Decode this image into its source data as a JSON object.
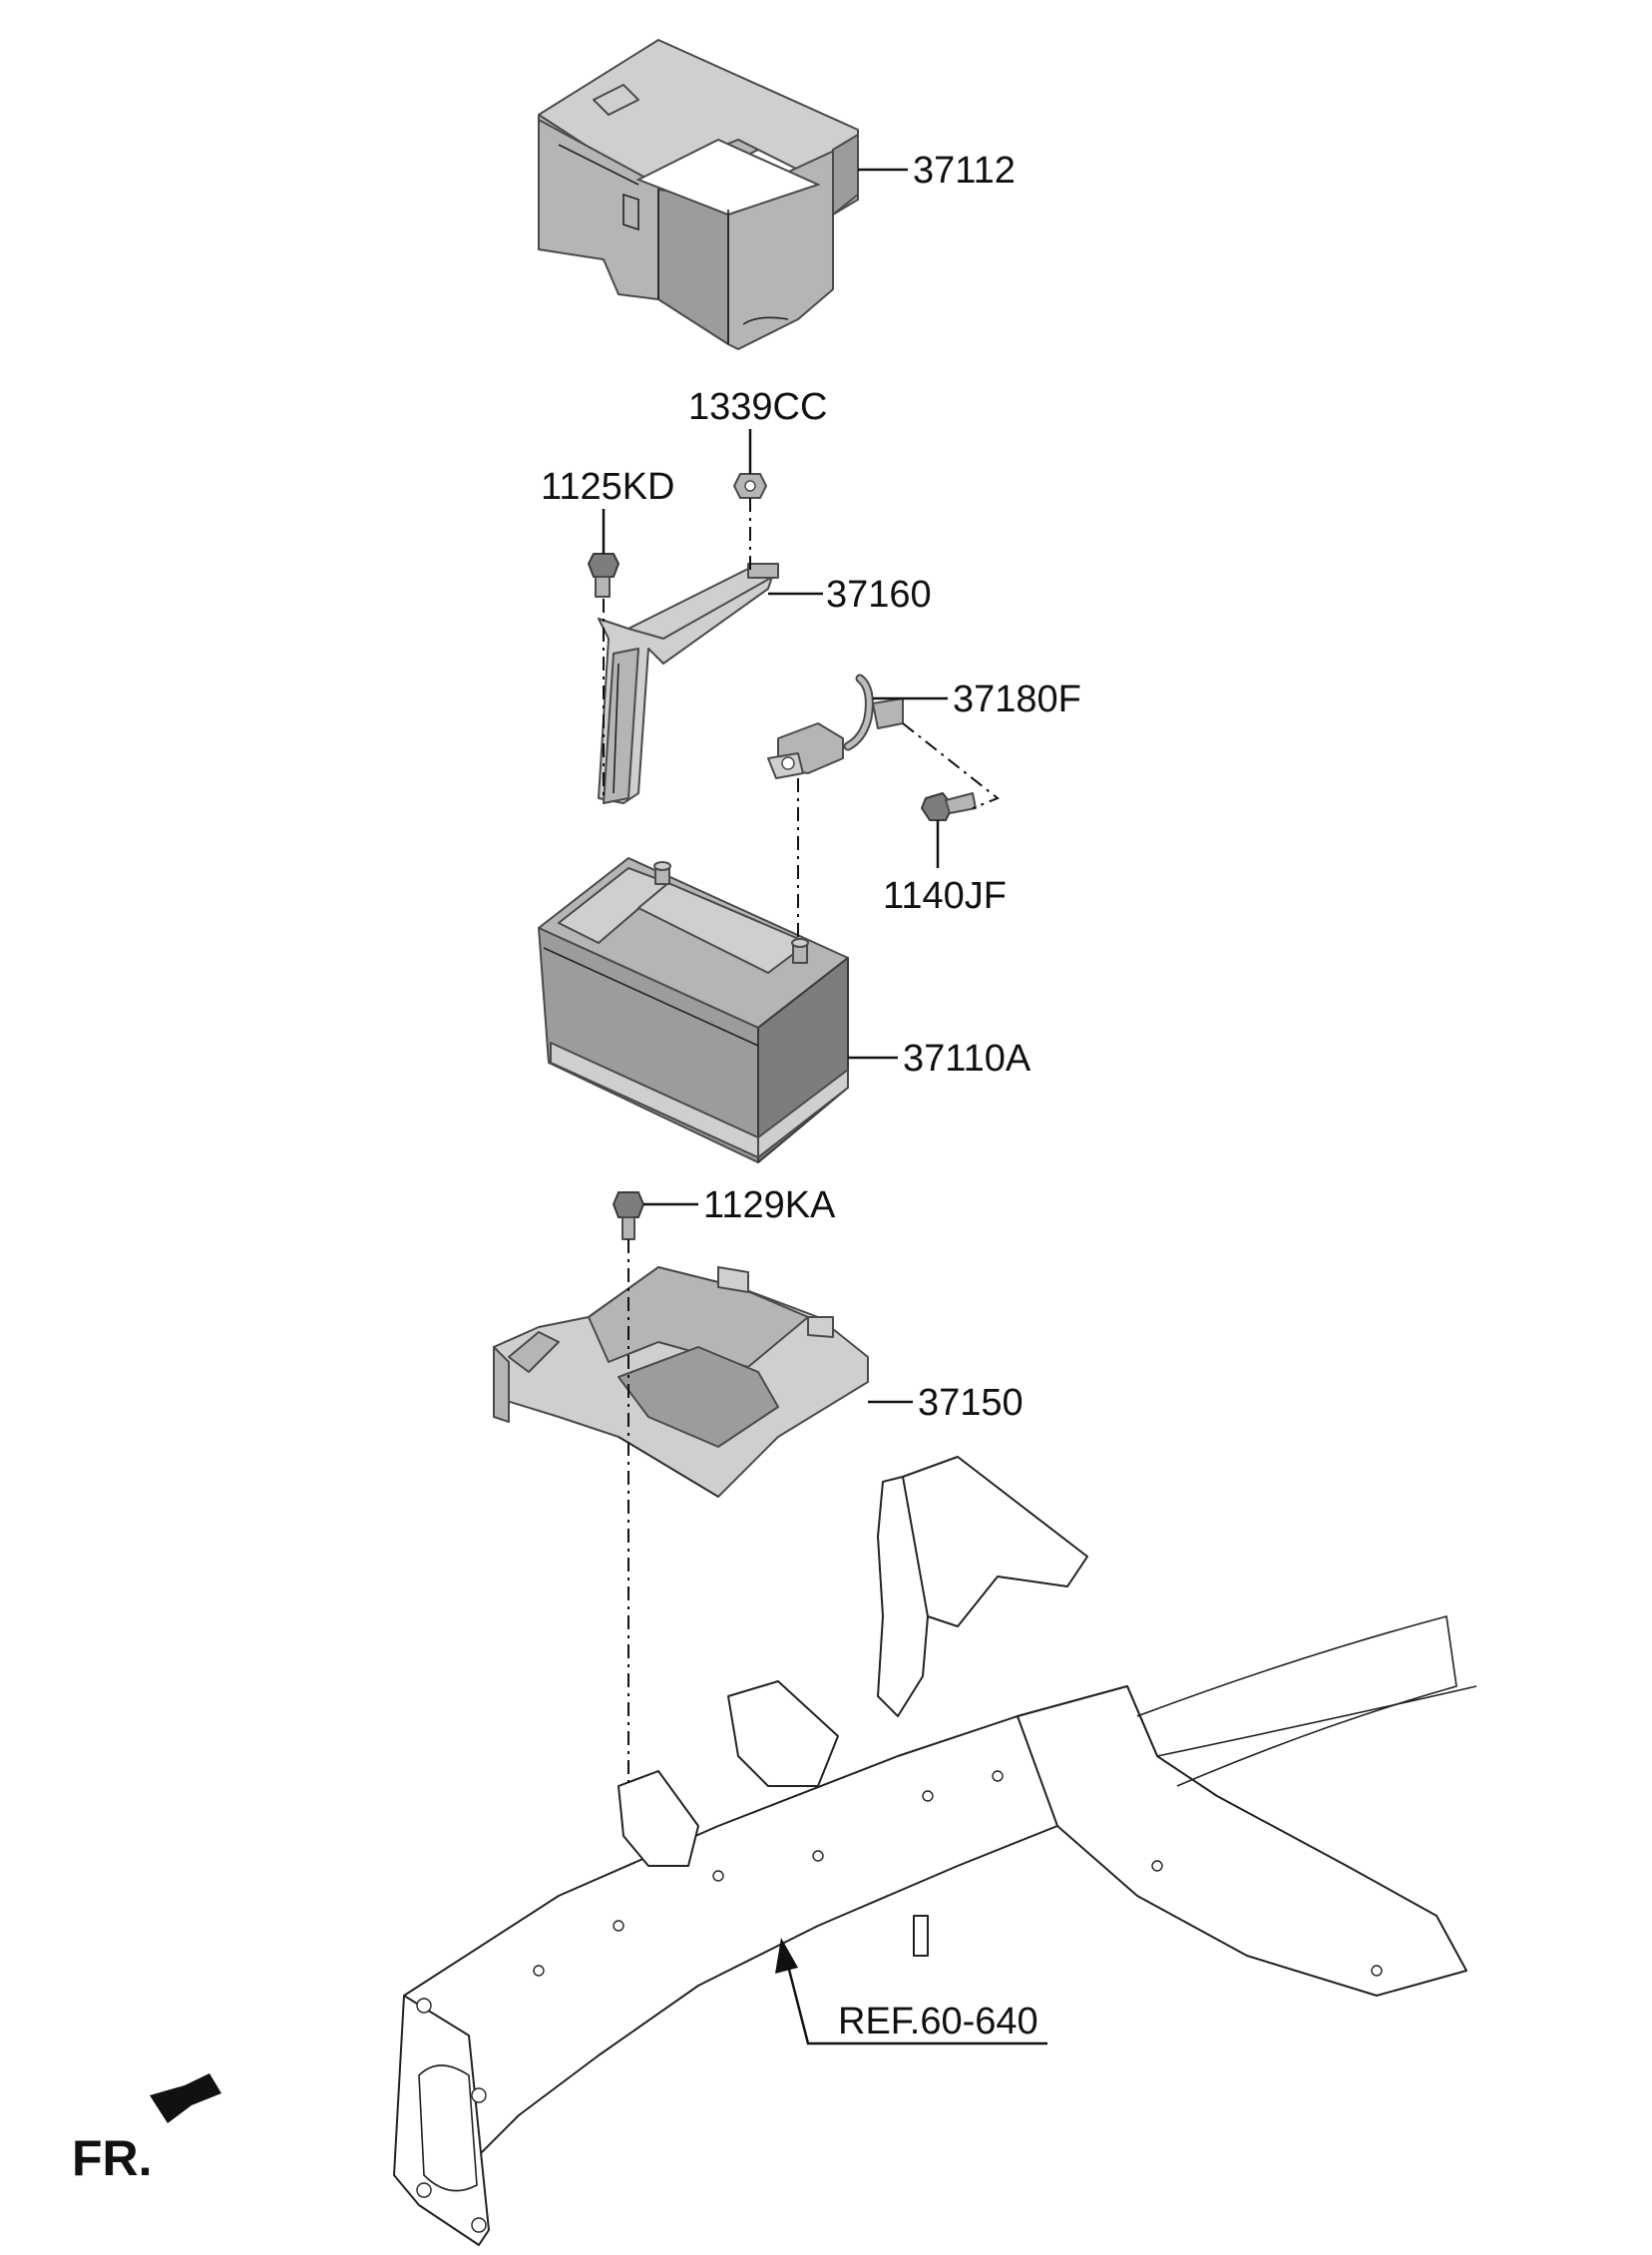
{
  "callouts": {
    "cover": "37112",
    "nut": "1339CC",
    "bolt_bracket": "1125KD",
    "bracket": "37160",
    "cable": "37180F",
    "bolt_cable": "1140JF",
    "battery": "37110A",
    "bolt_tray": "1129KA",
    "tray": "37150",
    "reference": "REF.60-640"
  },
  "direction": {
    "label": "FR."
  }
}
